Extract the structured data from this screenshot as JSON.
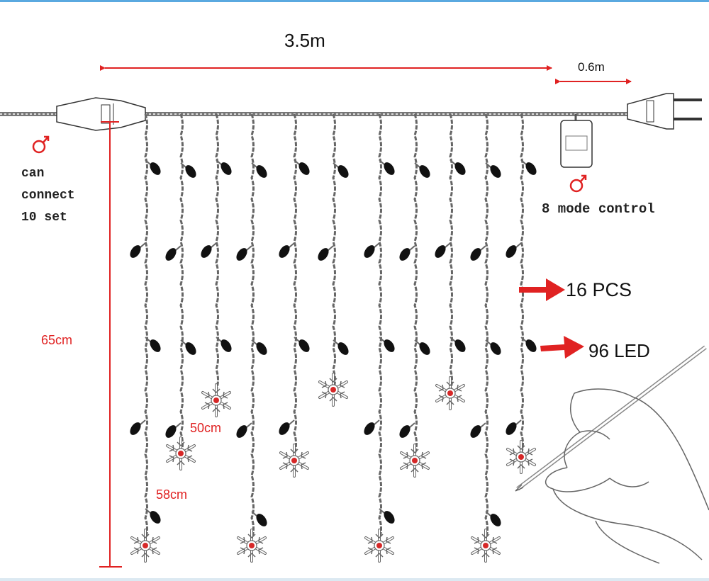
{
  "dimensions": {
    "width": "3.5m",
    "lead": "0.6m",
    "drop_total": "65cm",
    "drop_short": "50cm",
    "drop_mid": "58cm"
  },
  "notes": {
    "connect": "can\nconnect\n10 set",
    "mode": "8 mode control",
    "strands": "16 PCS",
    "leds": "96 LED"
  },
  "colors": {
    "dimension_red": "#e02222",
    "outline": "#333333",
    "wire": "#555555",
    "led": "#111111",
    "snowflake_center": "#d62828"
  },
  "icons": [
    "male-symbol-icon",
    "plug-icon",
    "controller-box-icon",
    "snowflake-icon",
    "hand-with-pen-icon"
  ]
}
